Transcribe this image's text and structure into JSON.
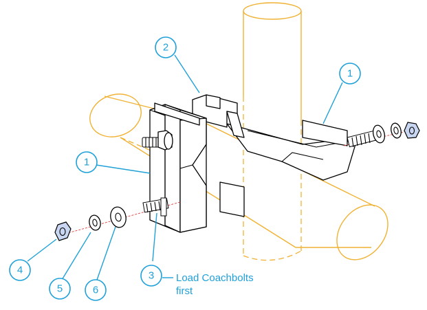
{
  "callouts": [
    {
      "id": "callout-1-right",
      "number": "1"
    },
    {
      "id": "callout-2",
      "number": "2"
    },
    {
      "id": "callout-1-left",
      "number": "1"
    },
    {
      "id": "callout-3",
      "number": "3"
    },
    {
      "id": "callout-4",
      "number": "4"
    },
    {
      "id": "callout-5",
      "number": "5"
    },
    {
      "id": "callout-6",
      "number": "6"
    }
  ],
  "note": {
    "line1": "Load Coachbolts",
    "line2": "first"
  },
  "colors": {
    "pipe": "#f0b234",
    "callout": "#1ea0d8",
    "bolt_axis": "#e23b3b",
    "nut_fill": "#c9d6f2"
  }
}
